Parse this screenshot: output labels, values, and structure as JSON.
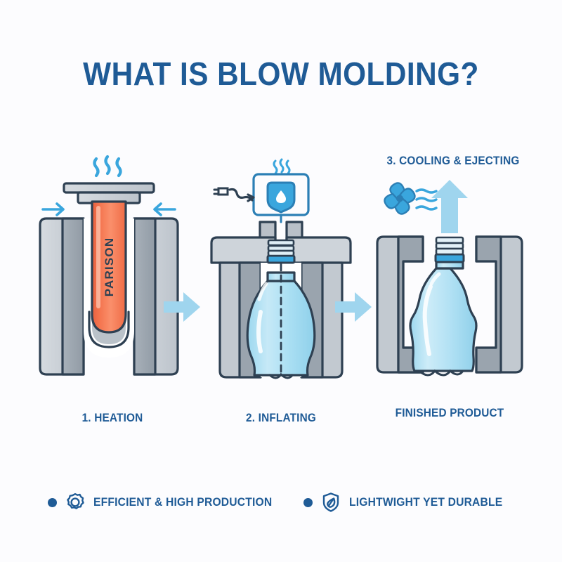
{
  "title": "WHAT IS BLOW MOLDING?",
  "colors": {
    "background": "#fcfcfe",
    "title_blue": "#1f5b96",
    "outline_navy": "#2e4052",
    "mold_light": "#c8ced4",
    "mold_dark": "#9aa4ae",
    "parison_orange": "#f4744e",
    "parison_orange_light": "#fa8f6b",
    "bottle_blue": "#b8e2f2",
    "bottle_blue_light": "#d9f0fa",
    "accent_blue": "#2b9bd4",
    "arrow_blue": "#9fd5ee",
    "heat_line_blue": "#3aa6dd"
  },
  "stages": [
    {
      "id": "heating",
      "caption": "1. HEATION",
      "heading": "",
      "part_label": "PARISON",
      "icons": [
        "heat-wave-icon",
        "mold-close-arrow-left-icon",
        "mold-close-arrow-right-icon"
      ]
    },
    {
      "id": "inflating",
      "caption": "2. INFLATING",
      "heading": "",
      "part_label": "",
      "icons": [
        "air-compressor-icon",
        "blow-pin-icon"
      ]
    },
    {
      "id": "cooling-ejecting",
      "caption": "FINISHED PRODUCT",
      "heading": "3. COOLING & EJECTING",
      "part_label": "",
      "icons": [
        "cooling-fan-icon",
        "cool-air-waves-icon",
        "eject-arrow-up-icon"
      ]
    }
  ],
  "connectors": [
    {
      "id": "connector-1",
      "icon": "arrow-right-icon"
    },
    {
      "id": "connector-2",
      "icon": "arrow-right-icon"
    }
  ],
  "benefits": [
    {
      "icon": "gear-icon",
      "label": "EFFICIENT & HIGH PRODUCTION"
    },
    {
      "icon": "shield-leaf-icon",
      "label": "LIGHTWIGHT YET DURABLE"
    }
  ]
}
